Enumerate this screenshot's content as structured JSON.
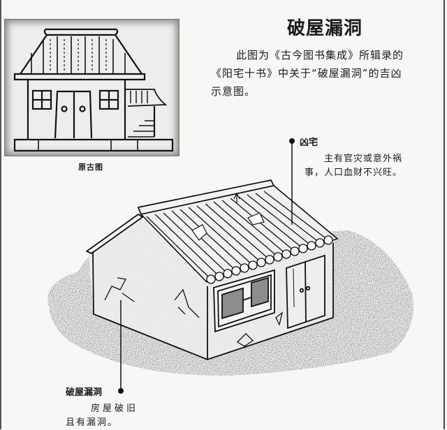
{
  "title": "破屋漏洞",
  "intro": {
    "line1": "此图为《古今图书集成》所辑录的",
    "line2": "《阳宅十书》中关于“破屋漏洞”的吉凶",
    "line3": "示意图。"
  },
  "original_figure": {
    "caption": "原古图"
  },
  "callouts": {
    "bad_house": {
      "title": "凶宅",
      "line1": "主有官灾或意外祸",
      "line2": "事，人口血财不兴旺。"
    },
    "broken_house": {
      "title": "破屋漏洞",
      "line1": "房屋破旧",
      "line2": "且有漏洞。"
    }
  },
  "colors": {
    "ink": "#111111",
    "paper": "#f7f7f5",
    "grass": "#8c8c8a"
  }
}
